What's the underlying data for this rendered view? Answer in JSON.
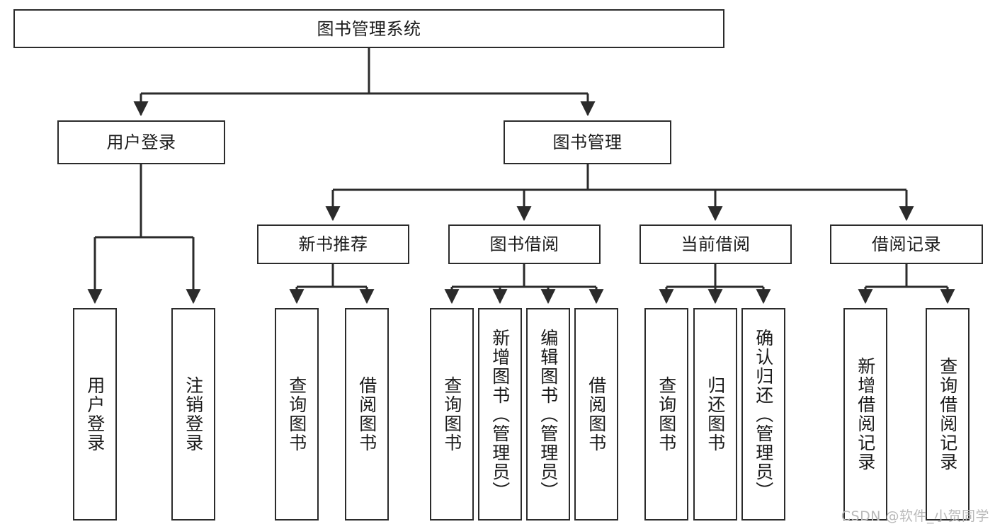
{
  "diagram": {
    "title": "图书管理系统",
    "root": {
      "label": "图书管理系统"
    },
    "level2": [
      {
        "label": "用户登录"
      },
      {
        "label": "图书管理"
      }
    ],
    "level3": [
      {
        "label": "新书推荐"
      },
      {
        "label": "图书借阅"
      },
      {
        "label": "当前借阅"
      },
      {
        "label": "借阅记录"
      }
    ],
    "leaves": {
      "user_login": [
        {
          "label": "用户登录"
        },
        {
          "label": "注销登录"
        }
      ],
      "new_book_recommend": [
        {
          "label": "查询图书"
        },
        {
          "label": "借阅图书"
        }
      ],
      "book_borrow": [
        {
          "label": "查询图书"
        },
        {
          "label": "新增图书（管理员）"
        },
        {
          "label": "编辑图书（管理员）"
        },
        {
          "label": "借阅图书"
        }
      ],
      "current_borrow": [
        {
          "label": "查询图书"
        },
        {
          "label": "归还图书"
        },
        {
          "label": "确认归还（管理员）"
        }
      ],
      "borrow_record": [
        {
          "label": "新增借阅记录"
        },
        {
          "label": "查询借阅记录"
        }
      ]
    }
  },
  "watermark": {
    "text": "CSDN @软件_小贺同学"
  },
  "colors": {
    "stroke": "#2b2b2b",
    "box_fill": "#ffffff",
    "text": "#1a1a1a",
    "watermark": "#b9b9b9"
  }
}
